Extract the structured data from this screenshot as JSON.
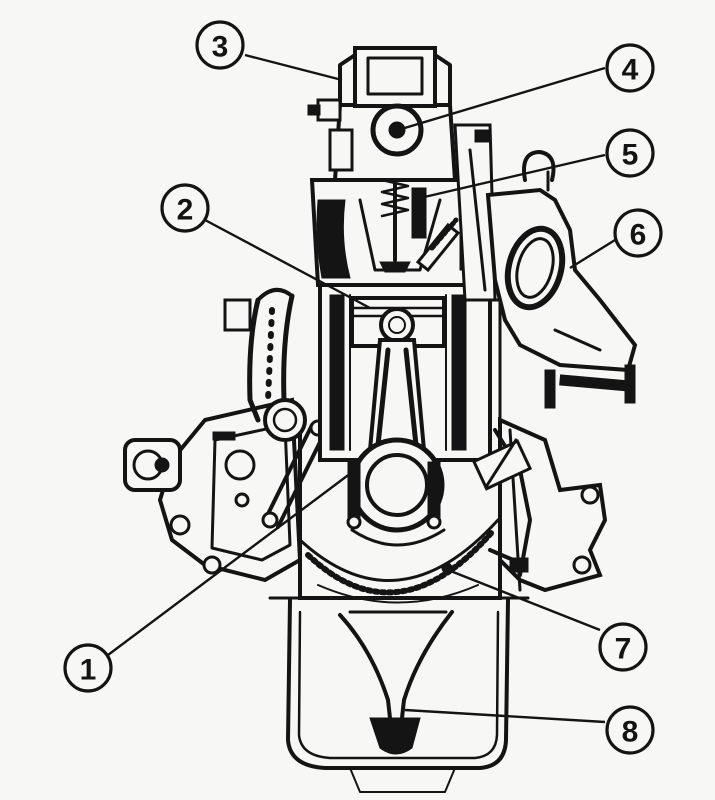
{
  "callouts": [
    {
      "id": "1",
      "label": "1"
    },
    {
      "id": "2",
      "label": "2"
    },
    {
      "id": "3",
      "label": "3"
    },
    {
      "id": "4",
      "label": "4"
    },
    {
      "id": "5",
      "label": "5"
    },
    {
      "id": "6",
      "label": "6"
    },
    {
      "id": "7",
      "label": "7"
    },
    {
      "id": "8",
      "label": "8"
    }
  ],
  "colors": {
    "ink": "#141414",
    "paper": "#f7f7f5"
  }
}
